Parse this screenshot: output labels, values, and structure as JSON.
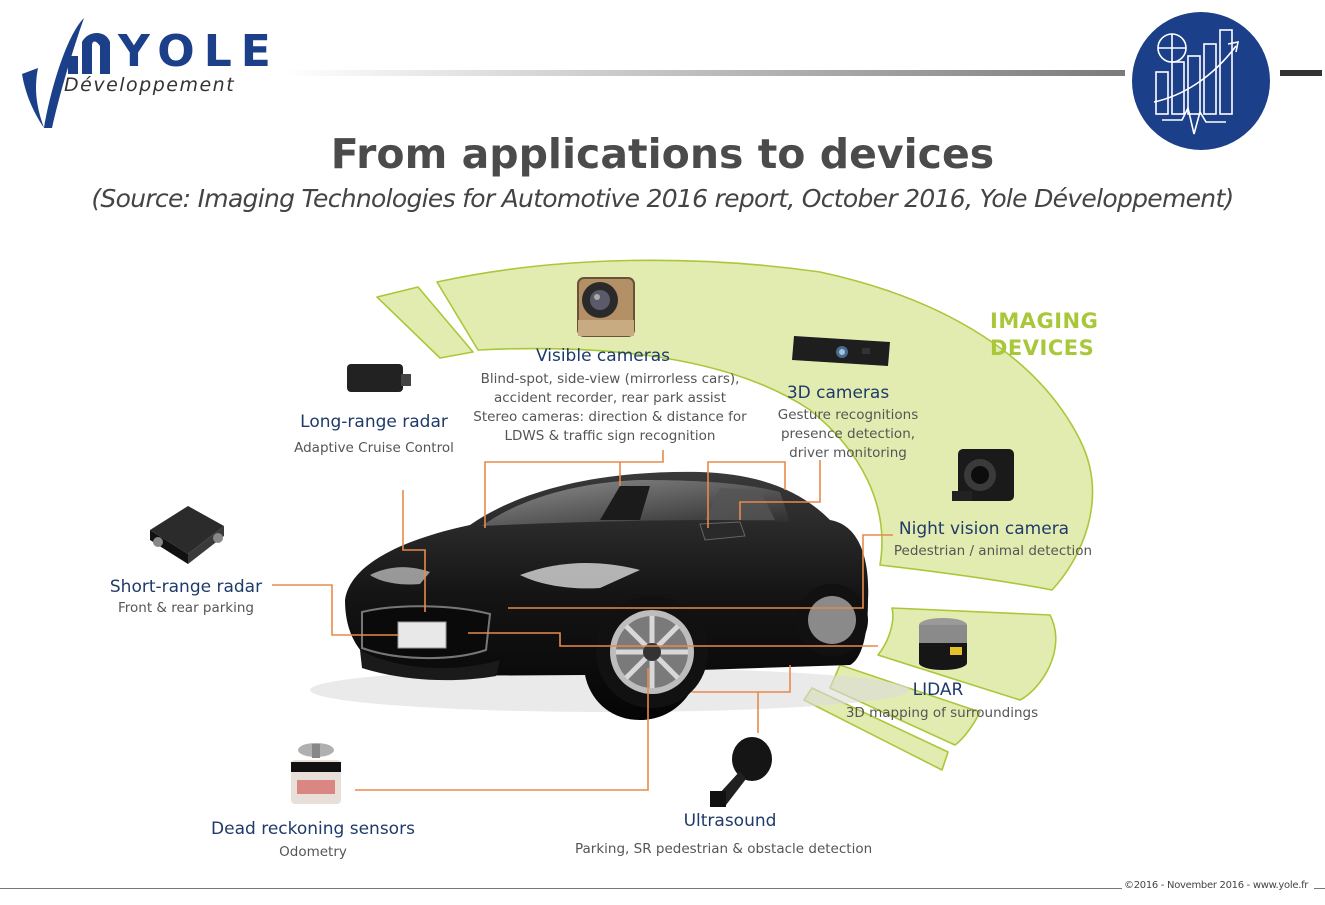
{
  "logo": {
    "name": "YOLE",
    "subtitle": "Développement"
  },
  "title": "From applications to devices",
  "subtitle": "(Source: Imaging Technologies for Automotive 2016 report, October 2016, Yole Développement)",
  "imaging_devices": {
    "line1": "IMAGING",
    "line2": "DEVICES"
  },
  "sensors": {
    "visible_cameras": {
      "name": "Visible cameras",
      "desc": [
        "Blind-spot, side-view (mirrorless cars),",
        "accident recorder, rear park assist",
        "Stereo cameras: direction & distance for",
        "LDWS & traffic sign recognition"
      ]
    },
    "cameras_3d": {
      "name": "3D cameras",
      "desc": [
        "Gesture recognitions",
        "presence detection,",
        "driver monitoring"
      ]
    },
    "long_range_radar": {
      "name": "Long-range radar",
      "desc": "Adaptive Cruise Control"
    },
    "short_range_radar": {
      "name": "Short-range radar",
      "desc": "Front & rear parking"
    },
    "night_vision": {
      "name": "Night vision camera",
      "desc": "Pedestrian / animal detection"
    },
    "lidar": {
      "name": "LIDAR",
      "desc": "3D mapping of surroundings"
    },
    "dead_reckoning": {
      "name": "Dead reckoning sensors",
      "desc": "Odometry"
    },
    "ultrasound": {
      "name": "Ultrasound",
      "desc": "Parking, SR pedestrian & obstacle detection"
    }
  },
  "footer": "©2016 - November 2016 - www.yole.fr",
  "colors": {
    "brand_blue": "#1c3f8a",
    "band_green": "#e3ecb0",
    "band_stroke": "#a8c83a",
    "connector_orange": "#e88a4a",
    "label_navy": "#1f3a6a"
  }
}
